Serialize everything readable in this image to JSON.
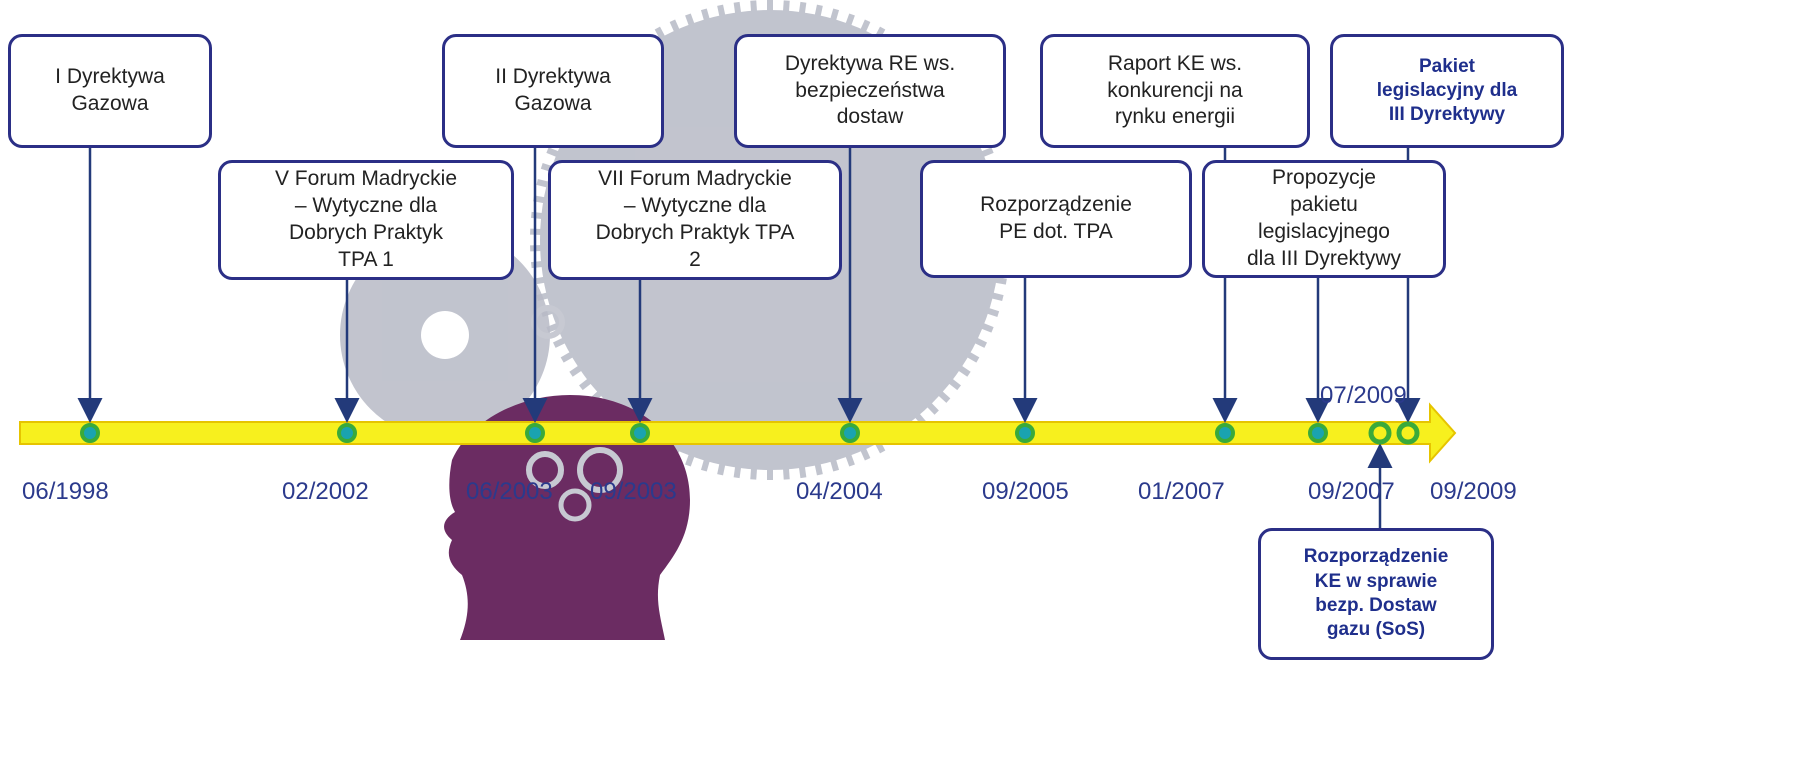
{
  "events": [
    {
      "id": "e1",
      "text": "I Dyrektywa\nGazowa",
      "date": "06/1998"
    },
    {
      "id": "e2",
      "text": "V Forum Madryckie\n– Wytyczne dla\nDobrych Praktyk\nTPA 1",
      "date": "02/2002"
    },
    {
      "id": "e3",
      "text": "II Dyrektywa\nGazowa",
      "date": "06/2003"
    },
    {
      "id": "e4",
      "text": "VII Forum Madryckie\n– Wytyczne dla\nDobrych Praktyk TPA\n2",
      "date": "09/2003"
    },
    {
      "id": "e5",
      "text": "Dyrektywa RE ws.\nbezpieczeństwa\ndostaw",
      "date": "04/2004"
    },
    {
      "id": "e6",
      "text": "Rozporządzenie\nPE dot. TPA",
      "date": "09/2005"
    },
    {
      "id": "e7",
      "text": "Raport KE ws.\nkonkurencji na\nrynku energii",
      "date": "01/2007"
    },
    {
      "id": "e8",
      "text": "Propozycje\npakietu\nlegislacyjnego\ndla III Dyrektywy",
      "date": "09/2007"
    },
    {
      "id": "e9",
      "text": "Rozporządzenie\nKE w sprawie\nbezp. Dostaw\ngazu (SoS)",
      "date": "07/2009"
    },
    {
      "id": "e10",
      "text": "Pakiet\nlegislacyjny dla\nIII Dyrektywy",
      "date": "09/2009"
    }
  ],
  "colors": {
    "box_border": "#2b2f86",
    "arrow": "#233a7a",
    "timeline_fill": "#f7f01e",
    "marker_ring": "#3aaa3a",
    "date_text": "#2b3a8c",
    "head_silhouette": "#6b2c62",
    "gears": "#b7bac6"
  }
}
